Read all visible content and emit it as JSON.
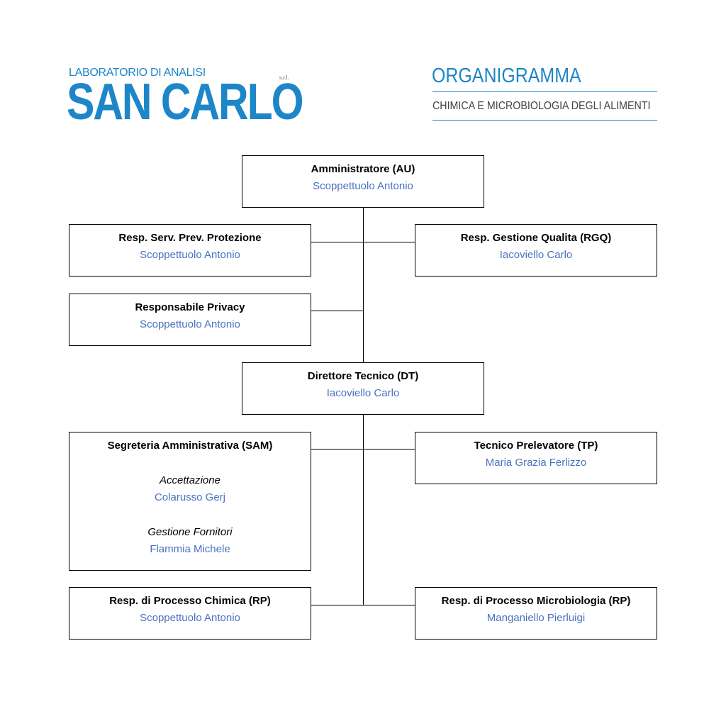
{
  "header": {
    "logo_subtitle": "LABORATORIO DI ANALISI",
    "logo_title": "SAN CARLO",
    "logo_legal": "s.r.l.",
    "doc_title": "ORGANIGRAMMA",
    "doc_subtitle": "CHIMICA E MICROBIOLOGIA DEGLI ALIMENTI"
  },
  "colors": {
    "brand_blue": "#1d86c8",
    "person_blue": "#4a72c0",
    "line": "#000000"
  },
  "org": {
    "administrator": {
      "role": "Amministratore (AU)",
      "person": "Scoppettuolo Antonio"
    },
    "safety": {
      "role": "Resp. Serv. Prev. Protezione",
      "person": "Scoppettuolo Antonio"
    },
    "quality": {
      "role": "Resp. Gestione Qualita (RGQ)",
      "person": "Iacoviello Carlo"
    },
    "privacy": {
      "role": "Responsabile Privacy",
      "person": "Scoppettuolo Antonio"
    },
    "technical_director": {
      "role": "Direttore Tecnico (DT)",
      "person": "Iacoviello Carlo"
    },
    "secretariat": {
      "role": "Segreteria Amministrativa (SAM)",
      "units": [
        {
          "label": "Accettazione",
          "person": "Colarusso Gerj"
        },
        {
          "label": "Gestione Fornitori",
          "person": "Flammia Michele"
        }
      ]
    },
    "sampler": {
      "role": "Tecnico Prelevatore (TP)",
      "person": "Maria Grazia Ferlizzo"
    },
    "chemistry": {
      "role": "Resp. di Processo Chimica (RP)",
      "person": "Scoppettuolo Antonio"
    },
    "microbiology": {
      "role": "Resp. di Processo Microbiologia (RP)",
      "person": "Manganiello Pierluigi"
    }
  }
}
